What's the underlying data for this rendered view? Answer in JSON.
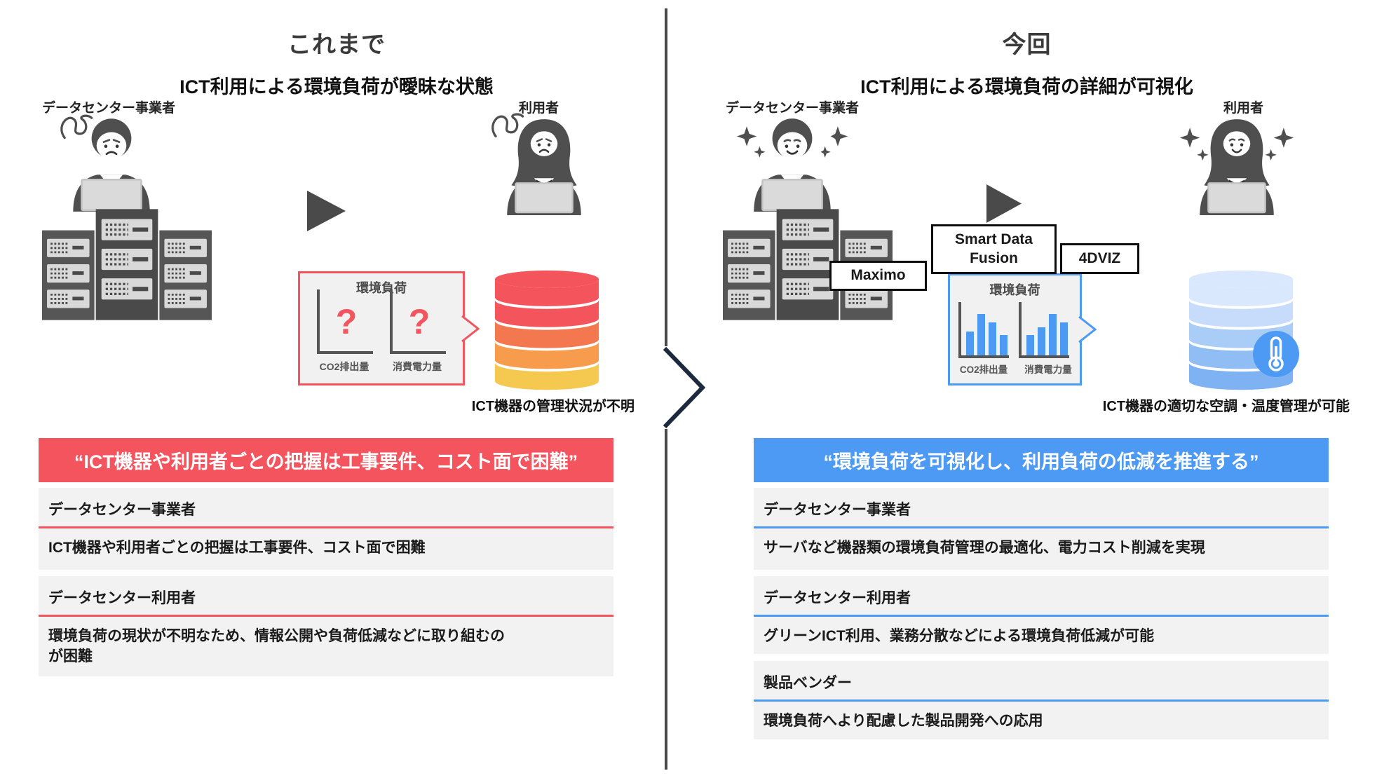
{
  "panels": {
    "left": {
      "title": "これまで",
      "subtitle": "ICT利用による環境負荷が曖昧な状態",
      "operator_label": "データセンター事業者",
      "user_label": "利用者",
      "caption": "ICT機器の管理状況が不明",
      "banner": "“ICT機器や利用者ごとの把握は工事要件、コスト面で困難”",
      "sections": [
        {
          "heading": "データセンター事業者",
          "body": "ICT機器や利用者ごとの把握は工事要件、コスト面で困難"
        },
        {
          "heading": "データセンター利用者",
          "body": "環境負荷の現状が不明なため、情報公開や負荷低減などに取り組むのが困難"
        }
      ]
    },
    "right": {
      "title": "今回",
      "subtitle": "ICT利用による環境負荷の詳細が可視化",
      "operator_label": "データセンター事業者",
      "user_label": "利用者",
      "caption": "ICT機器の適切な空調・温度管理が可能",
      "banner": "“環境負荷を可視化し、利用負荷の低減を推進する”",
      "products": {
        "maximo": "Maximo",
        "smart_data_fusion": "Smart Data Fusion",
        "fourdviz": "4DVIZ"
      },
      "sections": [
        {
          "heading": "データセンター事業者",
          "body": "サーバなど機器類の環境負荷管理の最適化、電力コスト削減を実現"
        },
        {
          "heading": "データセンター利用者",
          "body": "グリーンICT利用、業務分散などによる環境負荷低減が可能"
        },
        {
          "heading": "製品ベンダー",
          "body": "環境負荷へより配慮した製品開発への応用"
        }
      ]
    }
  },
  "chart_data": [
    {
      "id": "env-load-unknown",
      "type": "bar",
      "title": "環境負荷",
      "groups": [
        {
          "label": "CO2排出量",
          "values": null,
          "placeholder": "?"
        },
        {
          "label": "消費電力量",
          "values": null,
          "placeholder": "?"
        }
      ],
      "note": "values unknown (question marks shown)"
    },
    {
      "id": "env-load-visualized",
      "type": "bar",
      "title": "環境負荷",
      "ylim": [
        0,
        100
      ],
      "groups": [
        {
          "label": "CO2排出量",
          "values": [
            45,
            78,
            62,
            38
          ]
        },
        {
          "label": "消費電力量",
          "values": [
            38,
            52,
            78,
            62
          ]
        }
      ]
    }
  ],
  "colors": {
    "red_accent": "#F4545E",
    "blue_accent": "#4D9AF5",
    "figure_gray": "#4F4F4F",
    "block_bg": "#F2F2F2",
    "bubble_bg": "#F1F1F1",
    "divider_gray": "#4A4A4A",
    "chevron_navy": "#1B2A3C"
  },
  "figures": {
    "left_cylinder": {
      "name": "database-cylinder-warm",
      "bands": [
        "#F4545C",
        "#F4555D",
        "#F3774F",
        "#F79C4C",
        "#F5C94F"
      ]
    },
    "right_cylinder": {
      "name": "database-cylinder-cool",
      "bands": [
        "#D9E8FC",
        "#C6DCFA",
        "#A9CDF7",
        "#8FBDF4",
        "#7FB2F2"
      ]
    },
    "thermometer": {
      "name": "thermometer-icon",
      "circle": "#4D9AF5"
    }
  },
  "icons": [
    "scribble-annoyed-icon",
    "sparkle-icon",
    "arrow-right-icon",
    "thermometer-icon",
    "laptop-icon",
    "server-rack-icon",
    "database-cylinder-icon",
    "chevron-transition-icon"
  ]
}
